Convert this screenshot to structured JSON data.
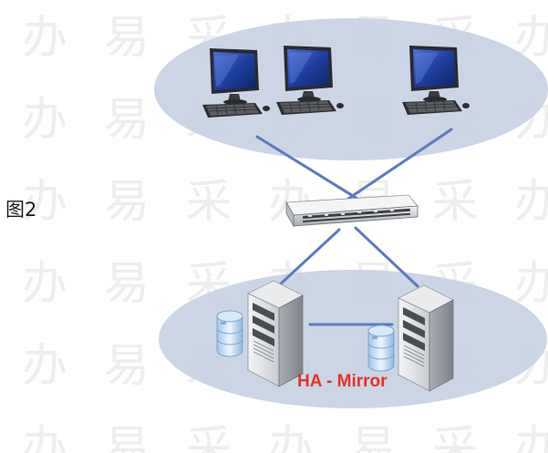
{
  "figure_label": "图2",
  "mirror_label": "HA - Mirror",
  "watermark_glyphs": [
    "办",
    "易",
    "采"
  ],
  "colors": {
    "ellipse_fill": "#c8d1e3",
    "link_line": "#5a7bbf",
    "mirror_text": "#e8302a",
    "monitor_screen": "#1e3fa0",
    "server_body": "#d8dadc"
  },
  "nodes": {
    "clients": [
      "client-computer-1",
      "client-computer-2",
      "client-computer-3"
    ],
    "switch": "network-switch",
    "servers": [
      "primary-server",
      "mirror-server"
    ]
  }
}
